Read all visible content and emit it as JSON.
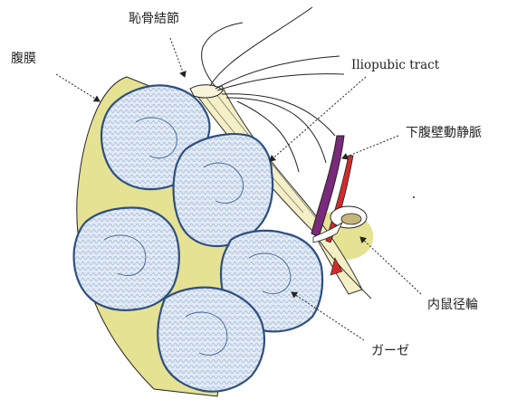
{
  "labels": {
    "pubic_tubercle": "恥骨結節",
    "peritoneum": "腹膜",
    "iliopubic_tract": "Iliopubic tract",
    "inferior_epigastric": "下腹壁動静脈",
    "internal_ring": "内鼠径輪",
    "gauze": "ガーゼ"
  },
  "colors": {
    "peritoneum_fill": "#e6e293",
    "tract_fill": "#f4efc4",
    "gauze_fill": "#dbe6f2",
    "gauze_outline": "#2e4f80",
    "vein": "#7a2a7a",
    "artery": "#d42a2a",
    "line": "#222222"
  }
}
